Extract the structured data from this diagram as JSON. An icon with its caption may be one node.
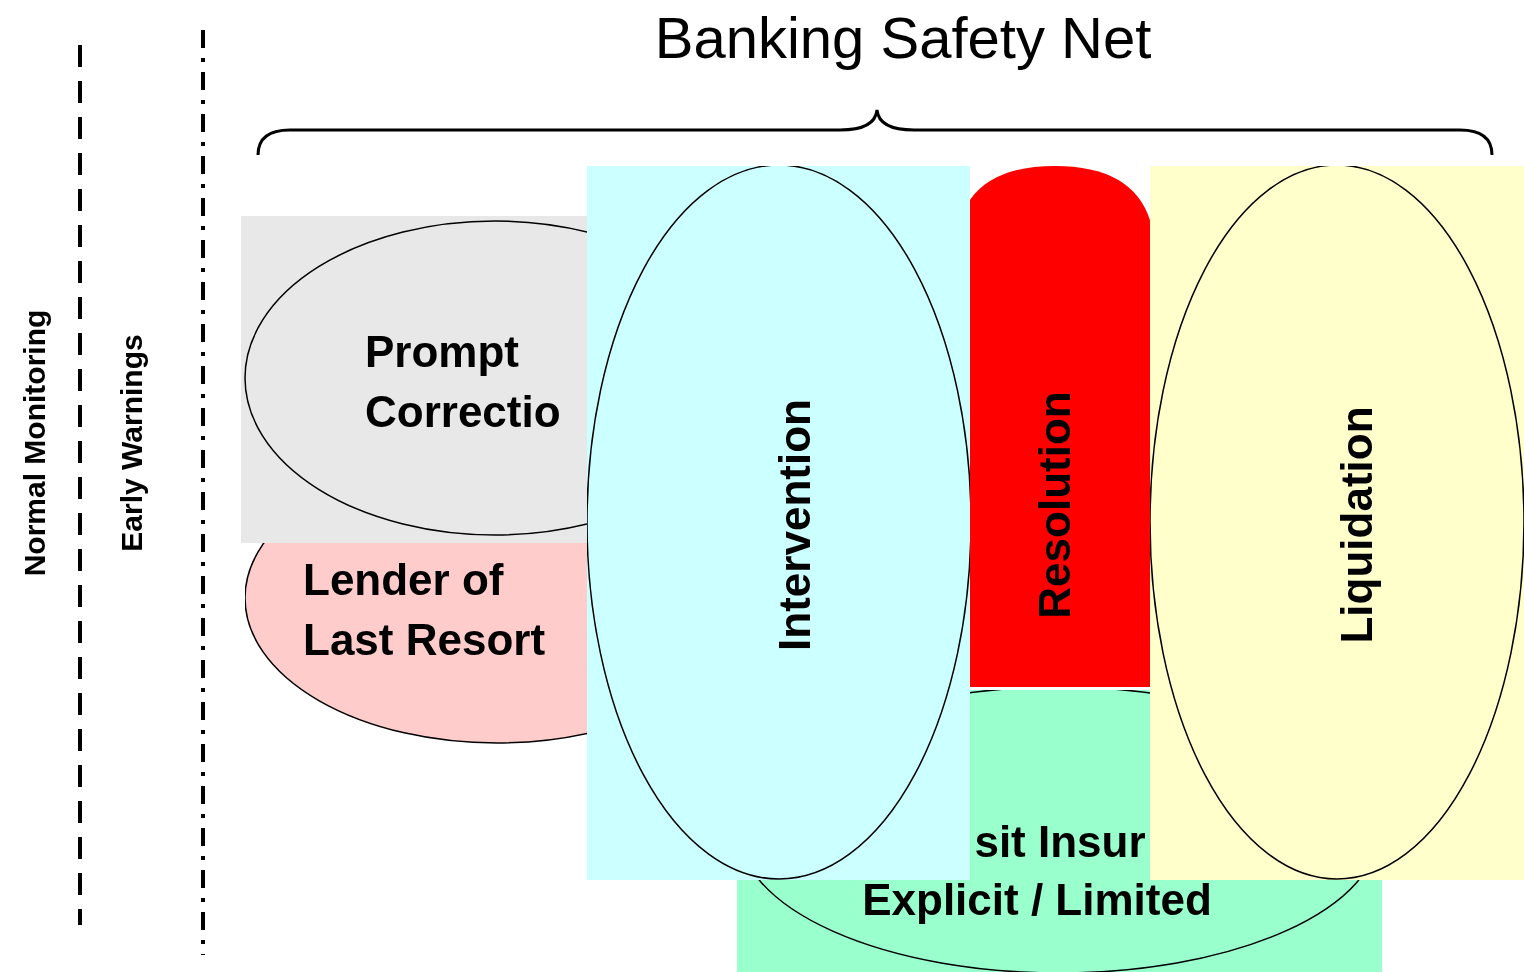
{
  "diagram": {
    "title": "Banking Safety Net",
    "nodes": [
      {
        "text": [
          "Prompt Correctio"
        ]
      },
      {
        "text": [
          "Lender of Last Resort"
        ]
      },
      {
        "text": [
          "Resolution"
        ]
      },
      {
        "text": [
          "sit Insur",
          "Explicit / Limited"
        ]
      },
      {
        "text": [
          "Intervention"
        ]
      },
      {
        "text": [
          "Liquidation"
        ]
      }
    ],
    "labels": [
      "Normal Monitoring",
      "Early Warnings"
    ]
  }
}
